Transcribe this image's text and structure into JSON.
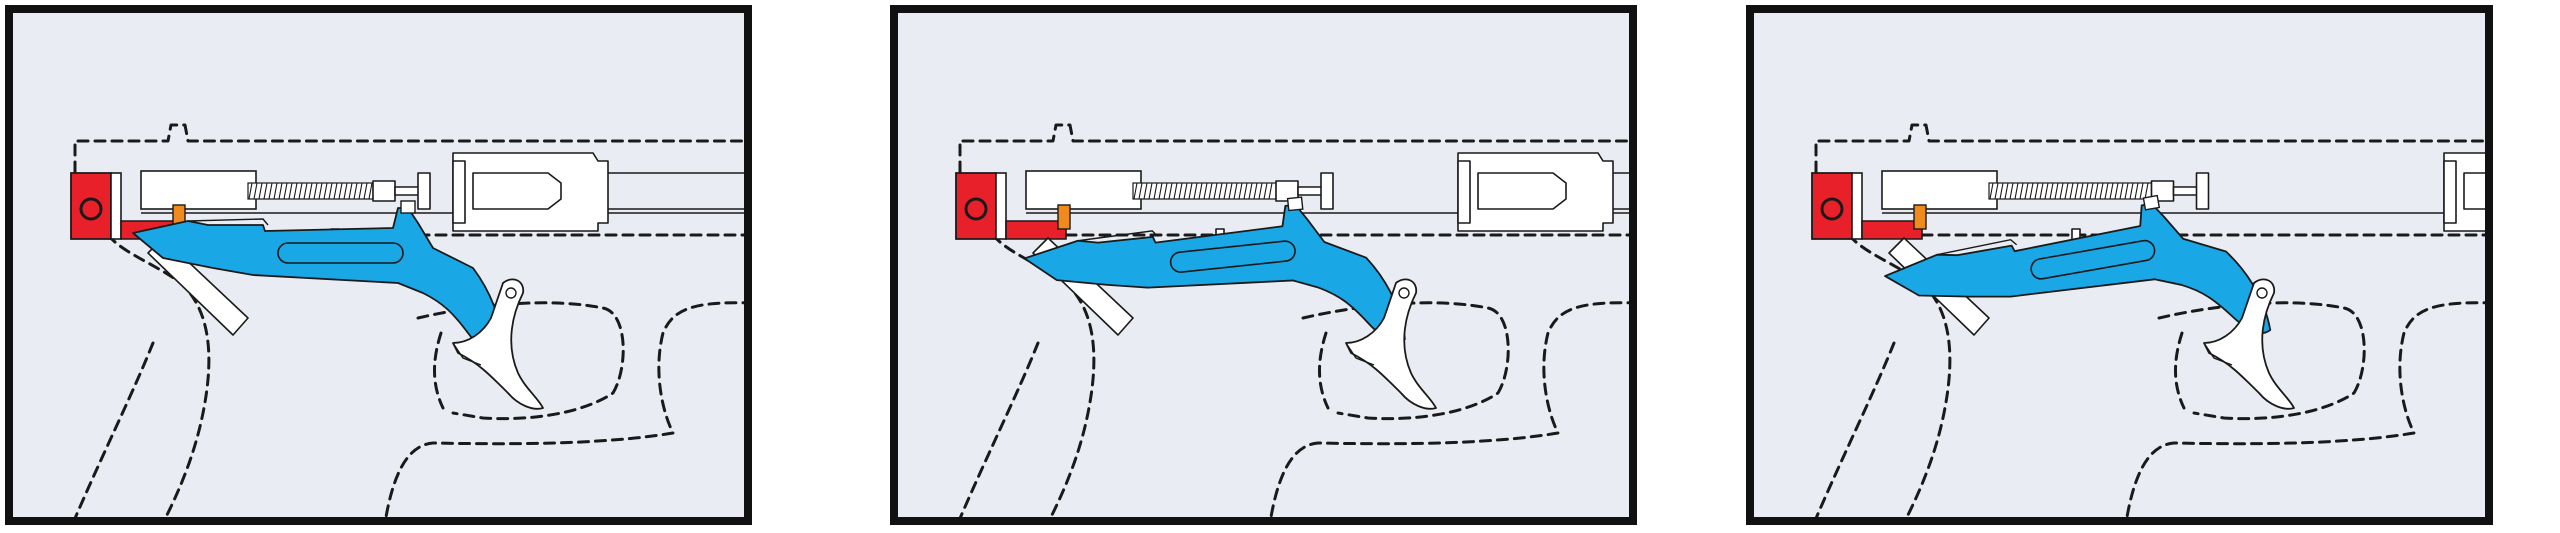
{
  "figure": {
    "panel_count": 3,
    "colors": {
      "background": "#e9edf3",
      "frame": "#111111",
      "outline": "#1a1a1a",
      "trigger_bar": "#1aa7e6",
      "safety_block": "#e8202a",
      "connector": "#f08a1c",
      "part_fill": "#ffffff"
    },
    "panels": [
      {
        "id": "panel-1",
        "stage": 1
      },
      {
        "id": "panel-2",
        "stage": 2
      },
      {
        "id": "panel-3",
        "stage": 3
      }
    ]
  }
}
